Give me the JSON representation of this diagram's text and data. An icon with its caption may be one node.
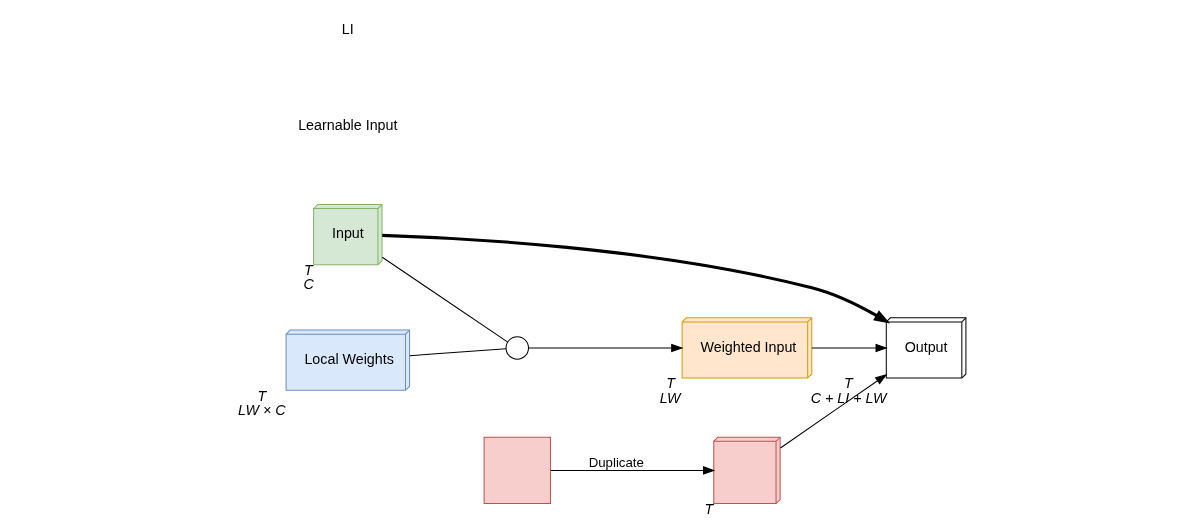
{
  "diagram": {
    "nodes": [
      {
        "text": [
          "Input"
        ],
        "beside": [
          "T",
          "C"
        ]
      },
      {
        "text": [
          "Output"
        ],
        "beside": [
          "T",
          "C + LI + LW"
        ]
      },
      {
        "text": [
          "Local Weights"
        ],
        "beside": [
          "T",
          "LW × C"
        ]
      },
      {
        "text": [],
        "shape": "circle"
      },
      {
        "text": [
          "Weighted Input"
        ],
        "beside": [
          "T",
          "LW"
        ]
      },
      {
        "text": [],
        "shape": "box"
      },
      {
        "text": [],
        "shape": "cube",
        "beside": [
          "T"
        ]
      }
    ],
    "edges": [
      {
        "from": 0,
        "to": 1,
        "arrow": "to",
        "style": "thick"
      },
      {
        "from": 0,
        "to": 3,
        "arrow": "none"
      },
      {
        "from": 2,
        "to": 3,
        "arrow": "none"
      },
      {
        "from": 3,
        "to": 4,
        "arrow": "to"
      },
      {
        "from": 4,
        "to": 1,
        "arrow": "to"
      },
      {
        "from": 6,
        "to": 1,
        "arrow": "to"
      },
      {
        "from": 5,
        "to": 6,
        "arrow": "to",
        "label": "Duplicate"
      }
    ],
    "labels": [
      "Learnable Input",
      "LI"
    ]
  }
}
